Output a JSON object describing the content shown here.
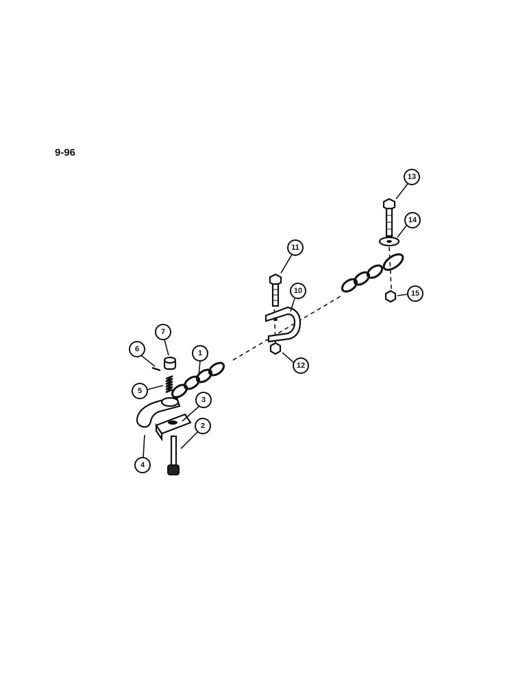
{
  "page": {
    "figure_number": "9-96"
  },
  "callouts": [
    {
      "id": "callout-1",
      "number": "1"
    },
    {
      "id": "callout-2",
      "number": "2"
    },
    {
      "id": "callout-3",
      "number": "3"
    },
    {
      "id": "callout-4",
      "number": "4"
    },
    {
      "id": "callout-5",
      "number": "5"
    },
    {
      "id": "callout-6",
      "number": "6"
    },
    {
      "id": "callout-7",
      "number": "7"
    },
    {
      "id": "callout-10",
      "number": "10"
    },
    {
      "id": "callout-11",
      "number": "11"
    },
    {
      "id": "callout-12",
      "number": "12"
    },
    {
      "id": "callout-13",
      "number": "13"
    },
    {
      "id": "callout-14",
      "number": "14"
    },
    {
      "id": "callout-15",
      "number": "15"
    }
  ]
}
